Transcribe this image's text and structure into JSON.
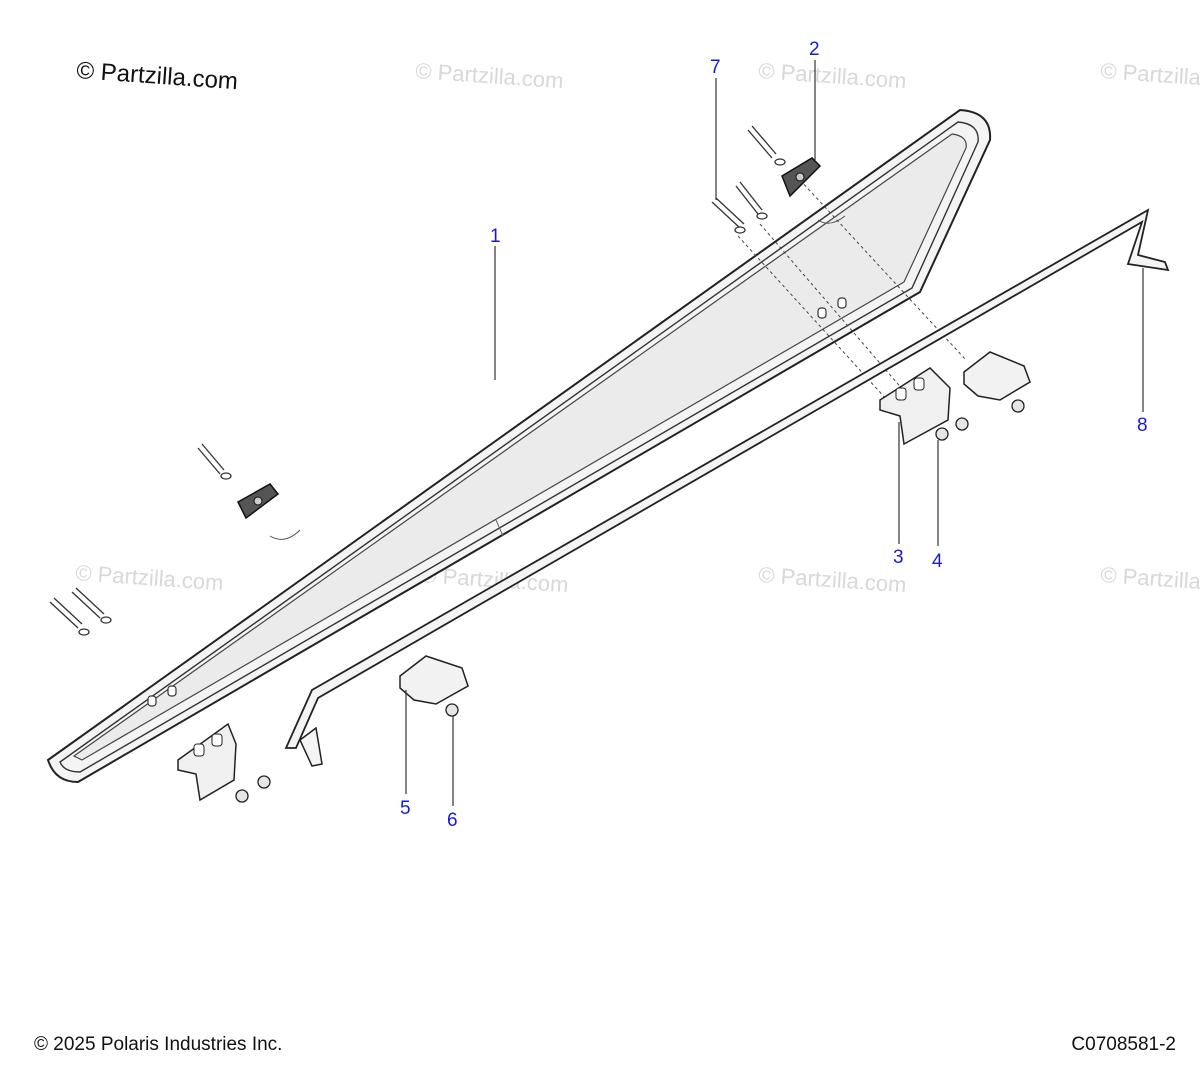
{
  "brand_watermark": "© Partzilla.com",
  "faint_watermarks": [
    "© Partzilla.com",
    "© Partzilla.com",
    "© Partzilla.com",
    "© Partzilla.com",
    "© Partzilla.com",
    "© Partzilla.com",
    "© Partzilla.com"
  ],
  "callouts": {
    "part_1": "1",
    "part_2": "2",
    "part_3": "3",
    "part_4": "4",
    "part_5": "5",
    "part_6": "6",
    "part_7": "7",
    "part_8": "8"
  },
  "footer": {
    "copyright": "© 2025 Polaris Industries Inc.",
    "diagram_code": "C0708581-2"
  },
  "colors": {
    "callout": "#1a1ad6",
    "line_art": "#222222",
    "glass": "#ececec",
    "watermark": "#d8d8d8"
  }
}
